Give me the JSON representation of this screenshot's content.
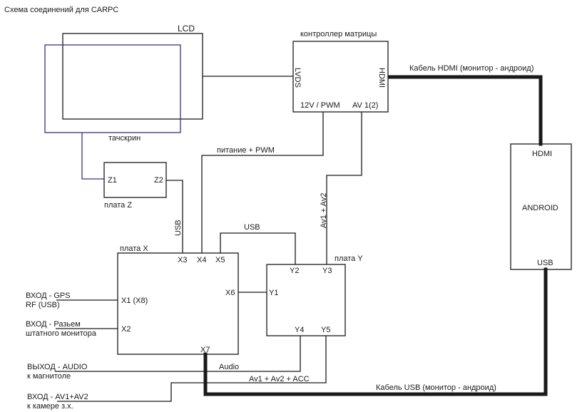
{
  "title": "Схема соединений для CARPC",
  "lcd": {
    "label": "LCD"
  },
  "touchscreen": {
    "label": "тачскрин",
    "color": "#3a3085"
  },
  "controller": {
    "title": "контроллер матрицы",
    "ports": {
      "lvds": "LVDS",
      "hdmi": "HDMI",
      "power": "12V / PWM",
      "av": "AV 1(2)"
    }
  },
  "board_z": {
    "title": "плата Z",
    "ports": {
      "z1": "Z1",
      "z2": "Z2"
    }
  },
  "board_x": {
    "title": "плата X",
    "ports": {
      "x1": "X1 (X8)",
      "x2": "X2",
      "x3": "X3",
      "x4": "X4",
      "x5": "X5",
      "x6": "X6",
      "x7": "X7"
    }
  },
  "board_y": {
    "title": "плата Y",
    "ports": {
      "y1": "Y1",
      "y2": "Y2",
      "y3": "Y3",
      "y4": "Y4",
      "y5": "Y5"
    }
  },
  "android": {
    "title": "ANDROID",
    "ports": {
      "hdmi": "HDMI",
      "usb": "USB"
    }
  },
  "connections": {
    "power_pwm": "питание + PWM",
    "usb_z_x": "USB",
    "usb_x_y": "USB",
    "av_controller_y": "Av1 + Av2",
    "hdmi_cable": "Кабель HDMI (монитор - андроид)",
    "usb_cable": "Кабель USB (монитор - андроид)",
    "audio": "Audio",
    "av_acc": "Av1 + Av2 + ACC"
  },
  "external": {
    "gps": {
      "line1": "ВХОД - GPS",
      "line2": "RF (USB)"
    },
    "monitor": {
      "line1": "ВХОД - Разьем",
      "line2": "штатного монитора"
    },
    "audio_out": {
      "line1": "ВЫХОД - AUDIO",
      "line2": "к магнитоле"
    },
    "camera": {
      "line1": "ВХОД - AV1+AV2",
      "line2": "к камере з.х."
    }
  }
}
